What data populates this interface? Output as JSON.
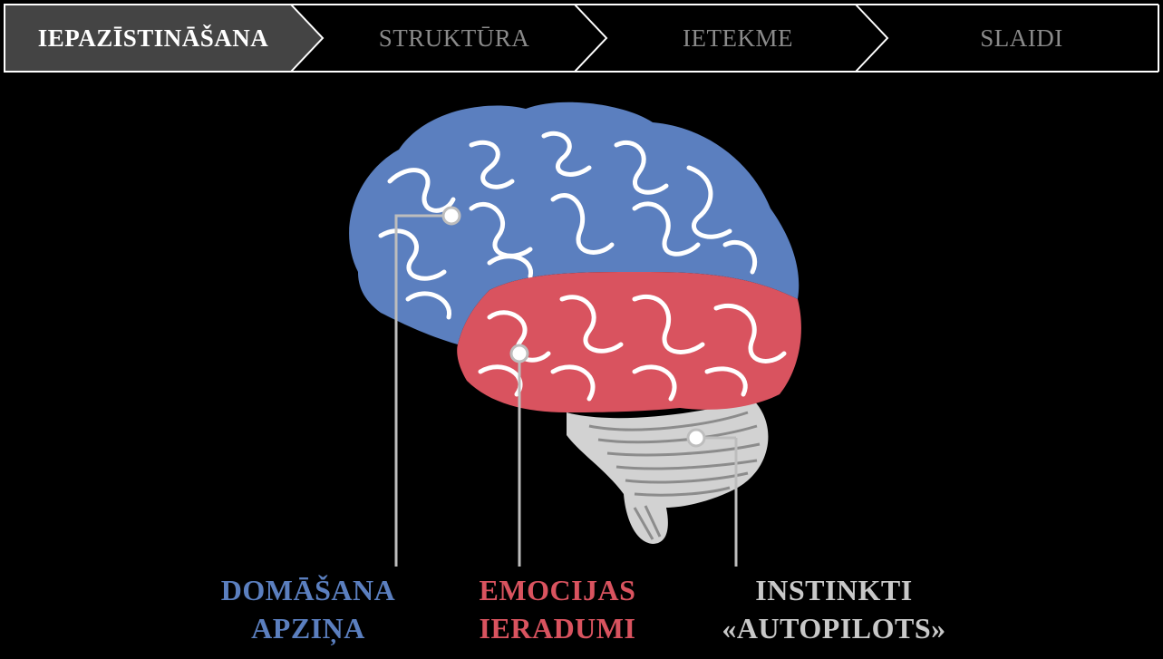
{
  "steps": [
    {
      "label": "IEPAZĪSTINĀŠANA",
      "active": true
    },
    {
      "label": "STRUKTŪRA",
      "active": false
    },
    {
      "label": "IETEKME",
      "active": false
    },
    {
      "label": "SLAIDI",
      "active": false
    }
  ],
  "colors": {
    "thinking": "#5b7fbf",
    "emotions": "#d9535f",
    "instincts": "#c8c8c8",
    "background": "#000000",
    "active_step": "#444444"
  },
  "captions": {
    "thinking": {
      "line1": "DOMĀŠANA",
      "line2": "APZIŅA"
    },
    "emotions": {
      "line1": "EMOCIJAS",
      "line2": "IERADUMI"
    },
    "instincts": {
      "line1": "INSTINKTI",
      "line2": "«AUTOPILOTS»"
    }
  }
}
